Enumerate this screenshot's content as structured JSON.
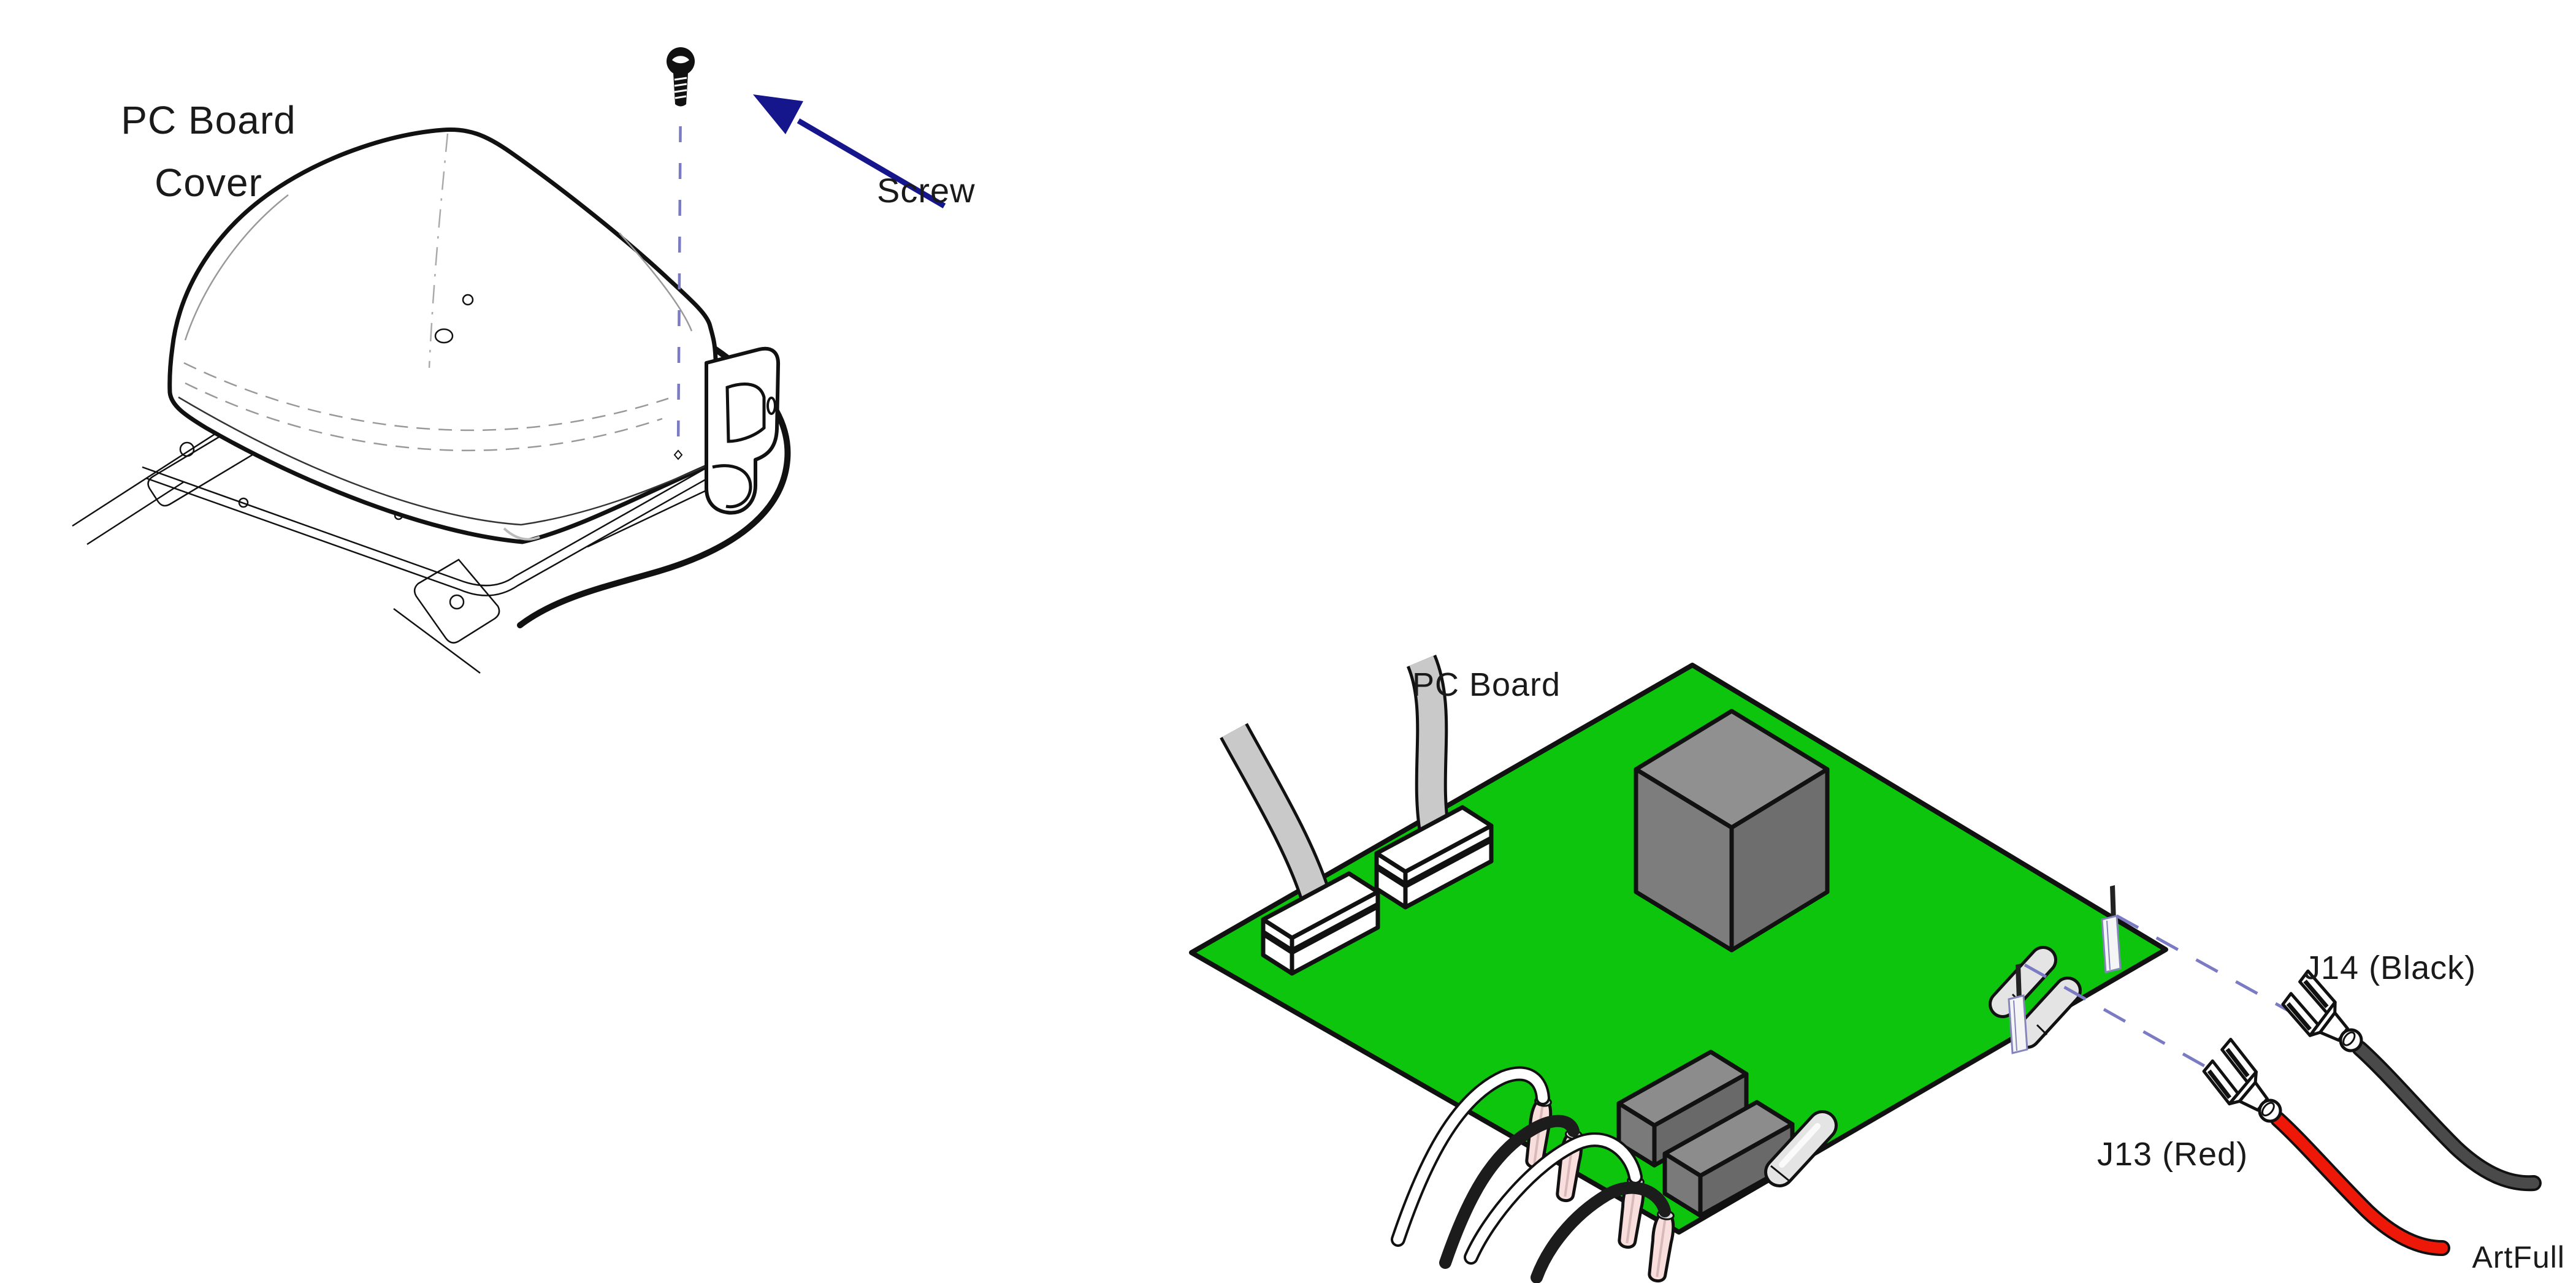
{
  "watermark": "ArtFull",
  "cover_figure": {
    "title_line1": "PC Board",
    "title_line2": "Cover",
    "screw_label": "Screw"
  },
  "board_figure": {
    "title": "PC Board",
    "j14_label": "J14 (Black)",
    "j13_label": "J13 (Red)"
  },
  "colors": {
    "board_green": "#0cc50c",
    "latch_green": "#27b43a",
    "arrow_navy": "#15158c",
    "dash_slate": "#7b7bc4",
    "wire_red": "#ee1808",
    "wire_black": "#4a4a4a",
    "watermark_gray": "#a9a9a9"
  },
  "icons": {
    "screw": "screw-icon",
    "callout_arrow": "arrow-icon"
  }
}
